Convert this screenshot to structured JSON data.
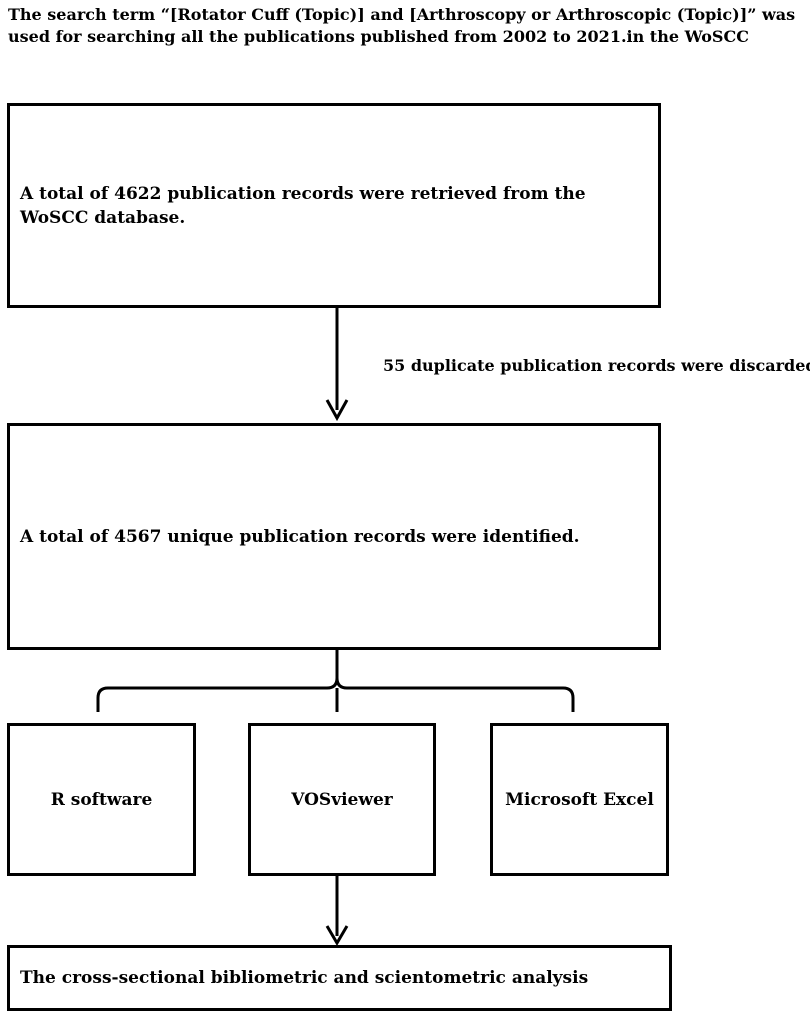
{
  "header": {
    "search_description": "The search term “[Rotator Cuff (Topic)] and [Arthroscopy or Arthroscopic (Topic)]”  was used for searching all the publications published from 2002  to 2021.in the WoSCC"
  },
  "flow": {
    "retrieved": "A total of 4622 publication records were retrieved from the WoSCC database.",
    "duplicates_note": "55 duplicate publication records were discarded",
    "unique": "A total of 4567 unique publication records were identified.",
    "tools": {
      "r_software": "R software",
      "vosviewer": "VOSviewer",
      "excel": "Microsoft Excel"
    },
    "analysis": "The cross-sectional bibliometric and scientometric analysis"
  }
}
